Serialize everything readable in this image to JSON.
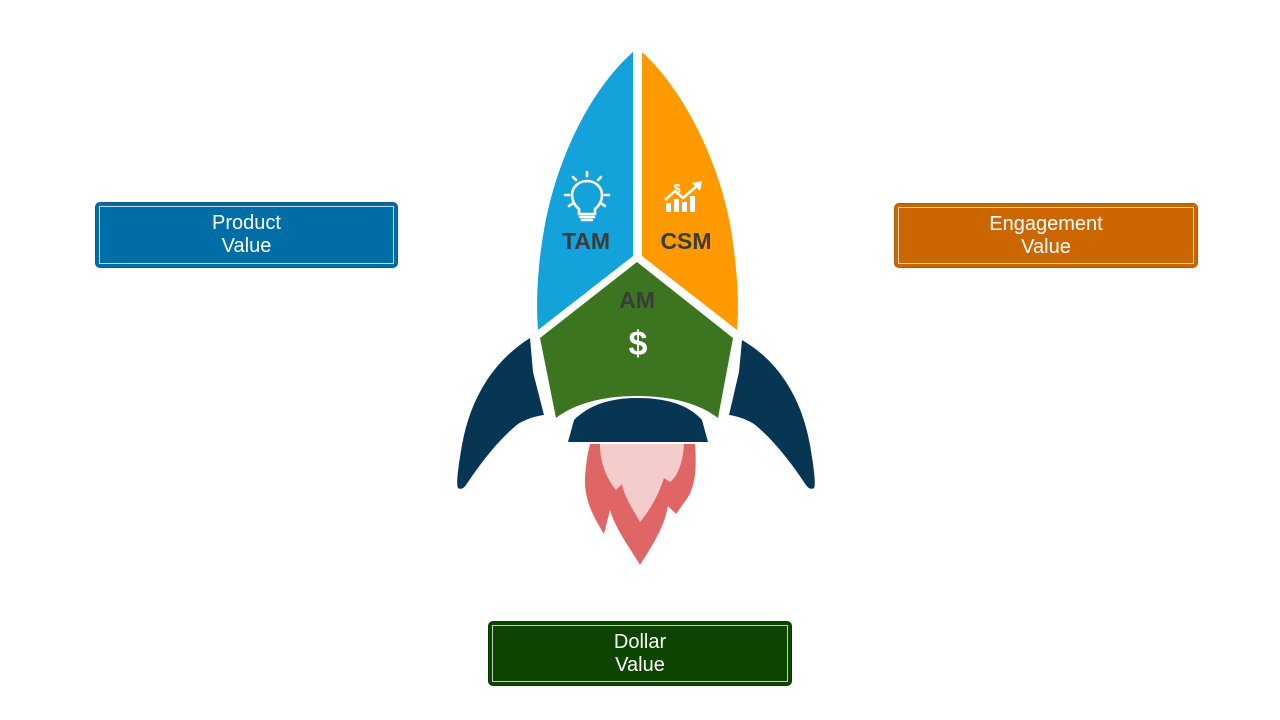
{
  "boxes": {
    "product": {
      "line1": "Product",
      "line2": "Value",
      "color": "#006ea6",
      "border": "#0e5c85"
    },
    "engagement": {
      "line1": "Engagement",
      "line2": "Value",
      "color": "#cc6600",
      "border": "#b35900"
    },
    "dollar": {
      "line1": "Dollar",
      "line2": "Value",
      "color": "#0b4500",
      "border": "#0a3a00"
    }
  },
  "rocket": {
    "left_segment": {
      "label": "TAM",
      "icon": "lightbulb-icon",
      "color": "#13a2d9"
    },
    "right_segment": {
      "label": "CSM",
      "icon": "growth-chart-icon",
      "color": "#ff9900"
    },
    "center_segment": {
      "label": "AM",
      "icon": "dollar-icon",
      "icon_text": "$",
      "color": "#3c7520"
    },
    "fins_color": "#063653",
    "flame_outer_color": "#e06666",
    "flame_inner_color": "#f4cccc"
  }
}
